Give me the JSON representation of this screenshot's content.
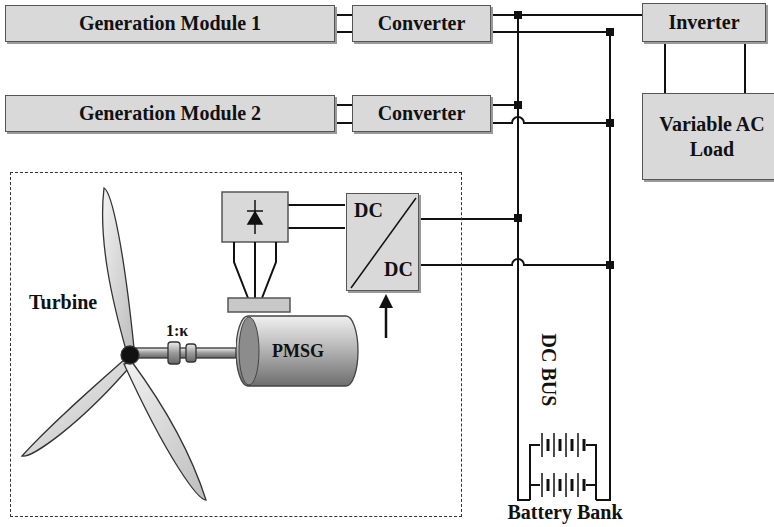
{
  "diagram": {
    "nodes": [
      {
        "text": [
          "Generation Module 1"
        ]
      },
      {
        "text": [
          "Converter"
        ]
      },
      {
        "text": [
          "Generation Module 2"
        ]
      },
      {
        "text": [
          "Converter"
        ]
      },
      {
        "text": [
          "Inverter"
        ]
      },
      {
        "text": [
          "Variable AC Load"
        ]
      },
      {
        "text": [
          "Turbine"
        ]
      },
      {
        "text": [
          "PMSG"
        ],
        "in": 6
      },
      {
        "text": [
          "DC",
          "DC"
        ],
        "in": 6
      }
    ],
    "edges": [
      {
        "from": 0,
        "to": 1,
        "arrow": "none"
      },
      {
        "from": 2,
        "to": 3,
        "arrow": "none"
      },
      {
        "from": 1,
        "to": 4,
        "arrow": "none"
      },
      {
        "from": 3,
        "to": 4,
        "arrow": "none"
      },
      {
        "from": 8,
        "to": 4,
        "arrow": "none"
      },
      {
        "from": 4,
        "to": 5,
        "arrow": "none"
      }
    ],
    "labels": [
      "1:κ",
      "DC BUS",
      "Battery Bank"
    ]
  }
}
